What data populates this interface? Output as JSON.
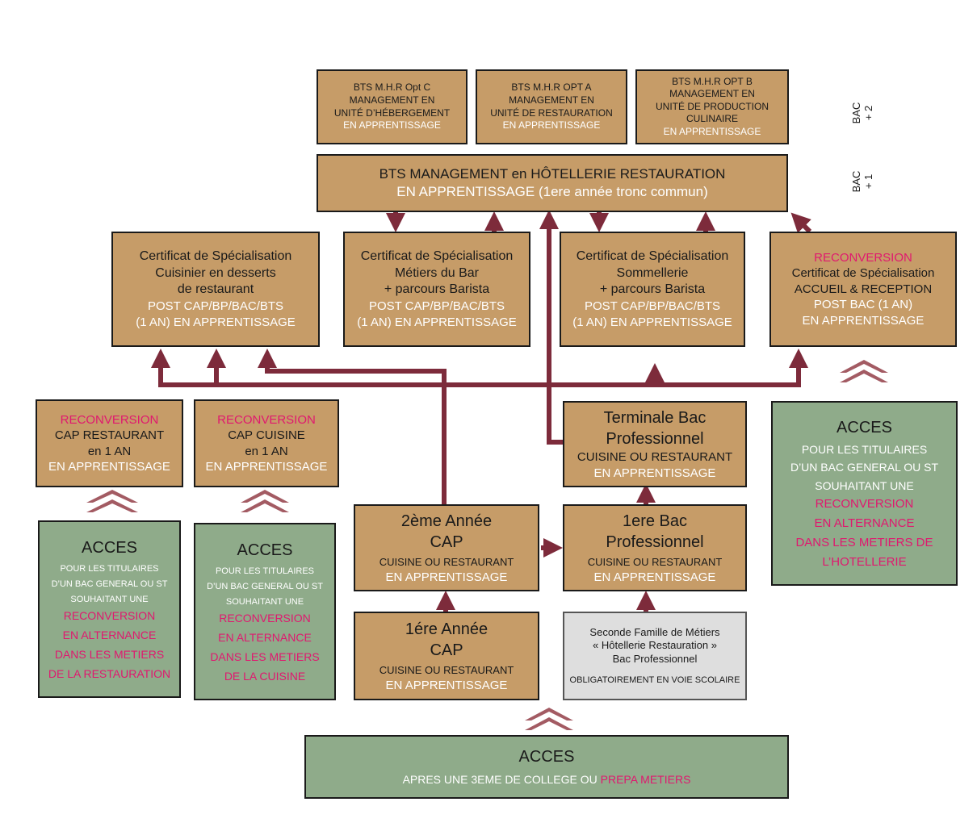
{
  "bts_options": [
    {
      "lines": [
        "BTS M.H.R  Opt C",
        "MANAGEMENT EN",
        "UNITÉ D’HÉBERGEMENT"
      ],
      "note": "EN APPRENTISSAGE"
    },
    {
      "lines": [
        "BTS M.H.R OPT A",
        "MANAGEMENT EN",
        "UNITÉ DE RESTAURATION"
      ],
      "note": "EN APPRENTISSAGE"
    },
    {
      "lines": [
        "BTS M.H.R OPT B",
        "MANAGEMENT EN",
        "UNITÉ DE PRODUCTION",
        "CULINAIRE"
      ],
      "note": "EN APPRENTISSAGE"
    }
  ],
  "levels": {
    "bac2": [
      "BAC",
      "+ 2"
    ],
    "bac1": [
      "BAC",
      "+ 1"
    ]
  },
  "bts_common": {
    "title": "BTS MANAGEMENT en HÔTELLERIE RESTAURATION",
    "note": "EN APPRENTISSAGE (1ere année tronc commun)"
  },
  "certificates": [
    {
      "lines": [
        "Certificat de Spécialisation",
        "Cuisinier en desserts",
        "de restaurant"
      ],
      "notes": [
        "POST CAP/BP/BAC/BTS",
        "(1 AN) EN APPRENTISSAGE"
      ]
    },
    {
      "lines": [
        "Certificat de Spécialisation",
        "Métiers du Bar",
        "+ parcours Barista"
      ],
      "notes": [
        "POST CAP/BP/BAC/BTS",
        "(1 AN) EN APPRENTISSAGE"
      ]
    },
    {
      "lines": [
        "Certificat de Spécialisation",
        "Sommellerie",
        "+ parcours Barista"
      ],
      "notes": [
        "POST CAP/BP/BAC/BTS",
        "(1 AN) EN APPRENTISSAGE"
      ]
    },
    {
      "reconversion": "RECONVERSION",
      "lines": [
        "Certificat de Spécialisation",
        "ACCUEIL & RECEPTION"
      ],
      "notes": [
        "POST BAC (1 AN)",
        "EN APPRENTISSAGE"
      ]
    }
  ],
  "cap_reconversion": [
    {
      "reconversion": "RECONVERSION",
      "lines": [
        "CAP RESTAURANT",
        "en 1 AN"
      ],
      "note": "EN APPRENTISSAGE"
    },
    {
      "reconversion": "RECONVERSION",
      "lines": [
        "CAP CUISINE",
        "en 1 AN"
      ],
      "note": "EN APPRENTISSAGE"
    }
  ],
  "cap": {
    "year2": {
      "title_lines": [
        "2ème Année",
        "CAP"
      ],
      "sub": "CUISINE OU RESTAURANT",
      "note": "EN APPRENTISSAGE"
    },
    "year1": {
      "title_lines": [
        "1ére Année",
        "CAP"
      ],
      "sub": "CUISINE OU RESTAURANT",
      "note": "EN APPRENTISSAGE"
    }
  },
  "bac_pro": {
    "terminale": {
      "title_lines": [
        "Terminale Bac",
        "Professionnel"
      ],
      "sub": "CUISINE OU RESTAURANT",
      "note": "EN APPRENTISSAGE"
    },
    "premiere": {
      "title_lines": [
        "1ere Bac",
        "Professionnel"
      ],
      "sub": "CUISINE OU RESTAURANT",
      "note": "EN APPRENTISSAGE"
    },
    "seconde": {
      "lines": [
        "Seconde Famille de Métiers",
        "« Hôtellerie Restauration »",
        "Bac Professionnel"
      ],
      "note": "OBLIGATOIREMENT EN VOIE SCOLAIRE"
    }
  },
  "access_restauration": {
    "title": "ACCES",
    "lines": [
      "POUR LES TITULAIRES",
      "D’UN BAC GENERAL OU ST",
      "SOUHAITANT UNE"
    ],
    "highlight": [
      "RECONVERSION",
      "EN ALTERNANCE",
      "DANS LES METIERS",
      "DE LA RESTAURATION"
    ]
  },
  "access_cuisine": {
    "title": "ACCES",
    "lines": [
      "POUR LES TITULAIRES",
      "D’UN BAC GENERAL OU ST",
      "SOUHAITANT UNE"
    ],
    "highlight": [
      "RECONVERSION",
      "EN ALTERNANCE",
      "DANS LES METIERS",
      "DE LA CUISINE"
    ]
  },
  "access_hotellerie": {
    "title": "ACCES",
    "lines": [
      "POUR LES TITULAIRES",
      "D’UN BAC GENERAL OU ST",
      "SOUHAITANT UNE"
    ],
    "highlight": [
      "RECONVERSION",
      "EN ALTERNANCE",
      "DANS LES METIERS DE",
      "L’HOTELLERIE"
    ]
  },
  "access_college": {
    "title": "ACCES",
    "line_start": "APRES UNE 3EME DE COLLEGE OU ",
    "line_highlight": "PREPA METIERS"
  },
  "colors": {
    "box_tan": "#c69c68",
    "box_green": "#8fab8a",
    "box_grey": "#dedede",
    "arrow": "#7d2b3b",
    "highlight": "#e0186f",
    "note": "#ffffff"
  }
}
